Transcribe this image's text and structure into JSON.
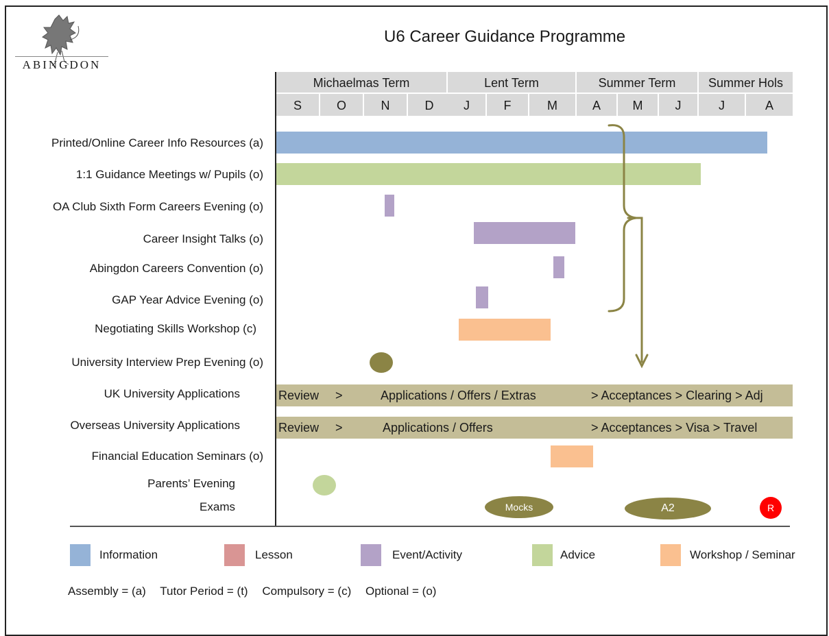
{
  "logo": {
    "text": "ABINGDON",
    "icon": "heraldic-lion-icon"
  },
  "title": "U6 Career Guidance Programme",
  "terms": [
    "Michaelmas Term",
    "Lent Term",
    "Summer Term",
    "Summer Hols"
  ],
  "months": [
    "S",
    "O",
    "N",
    "D",
    "J",
    "F",
    "M",
    "A",
    "M",
    "J",
    "J",
    "A"
  ],
  "rows": [
    "Printed/Online Career Info Resources  (a)",
    "1:1 Guidance Meetings  w/ Pupils (o)",
    "OA Club Sixth Form Careers Evening (o)",
    "Career Insight Talks (o)",
    "Abingdon Careers Convention  (o)",
    "GAP Year Advice Evening (o)",
    "Negotiating  Skills Workshop (c)",
    "University Interview Prep Evening  (o)",
    "UK University Applications",
    "Overseas University Applications",
    "Financial Education Seminars (o)",
    "Parents’ Evening",
    "Exams"
  ],
  "uk_band": {
    "review": "Review",
    "arrow1": ">",
    "middle": "Applications  /  Offers /  Extras",
    "end": ">  Acceptances   >  Clearing  > Adj"
  },
  "overseas_band": {
    "review": "Review",
    "arrow1": ">",
    "middle": "Applications / Offers",
    "end": ">  Acceptances   >  Visa   >  Travel"
  },
  "exams": {
    "mocks": "Mocks",
    "a2": "A2",
    "results": "R"
  },
  "legend": [
    {
      "label": "Information",
      "color": "#95b3d7"
    },
    {
      "label": "Lesson",
      "color": "#d99594"
    },
    {
      "label": "Event/Activity",
      "color": "#b3a2c7"
    },
    {
      "label": "Advice",
      "color": "#c3d69b"
    },
    {
      "label": "Workshop / Seminar",
      "color": "#fac090"
    }
  ],
  "key": [
    "Assembly = (a)",
    "Tutor Period = (t)",
    "Compulsory = (c)",
    "Optional = (o)"
  ],
  "colors": {
    "information": "#95b3d7",
    "advice": "#c3d69b",
    "event": "#b3a2c7",
    "workshop": "#fac090",
    "application_band": "#c4bd97",
    "olive": "#8b8445",
    "results": "#ff0000"
  }
}
